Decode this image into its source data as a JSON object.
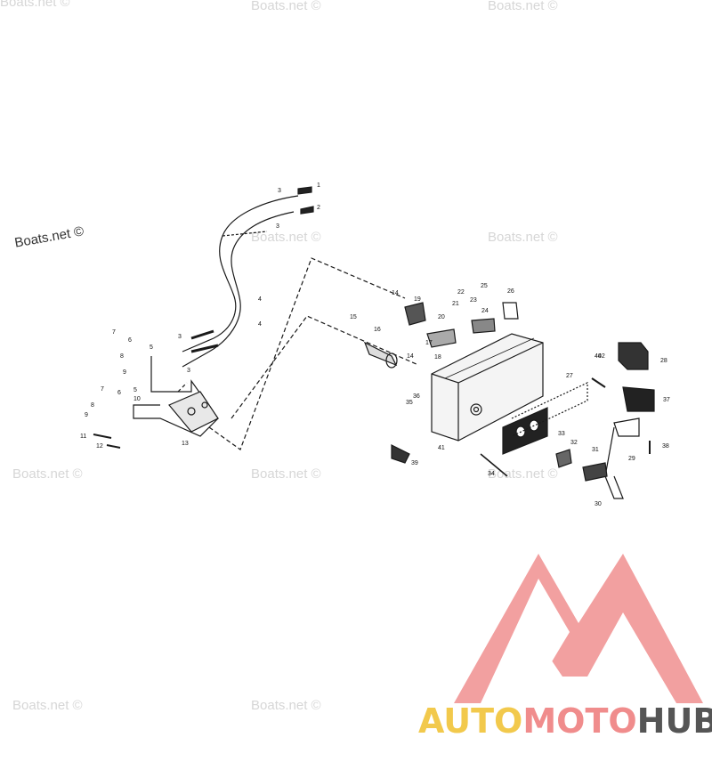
{
  "watermarks": [
    {
      "text": "Boats.net ©",
      "dark": false
    },
    {
      "text": "Boats.net ©",
      "dark": false
    },
    {
      "text": "Boats.net ©",
      "dark": true
    },
    {
      "text": "Boats.net ©",
      "dark": false
    },
    {
      "text": "Boats.net ©",
      "dark": false
    },
    {
      "text": "Boats.net ©",
      "dark": false
    },
    {
      "text": "Boats.net ©",
      "dark": false
    },
    {
      "text": "Boats.net ©",
      "dark": false
    },
    {
      "text": "Boats.net ©",
      "dark": false
    },
    {
      "text": "Boats.net ©",
      "dark": false
    },
    {
      "text": "Boats.net ©",
      "dark": false
    }
  ],
  "part_numbers": [
    "1",
    "2",
    "3",
    "3",
    "4",
    "4",
    "3",
    "3",
    "5",
    "6",
    "7",
    "8",
    "9",
    "5",
    "6",
    "7",
    "8",
    "9",
    "10",
    "11",
    "12",
    "13",
    "14",
    "15",
    "16",
    "17",
    "18",
    "19",
    "14",
    "20",
    "21",
    "22",
    "23",
    "24",
    "25",
    "26",
    "27",
    "28",
    "29",
    "30",
    "31",
    "32",
    "33",
    "34",
    "35",
    "36",
    "37",
    "38",
    "39",
    "40",
    "41",
    "42"
  ],
  "logo": {
    "auto": "AUTO",
    "moto": "MOTO",
    "hub": "HUB",
    "colors": {
      "auto": "#f2c94c",
      "moto": "#f08c8c",
      "hub": "#555555",
      "triangle": "#f2a0a0"
    }
  }
}
